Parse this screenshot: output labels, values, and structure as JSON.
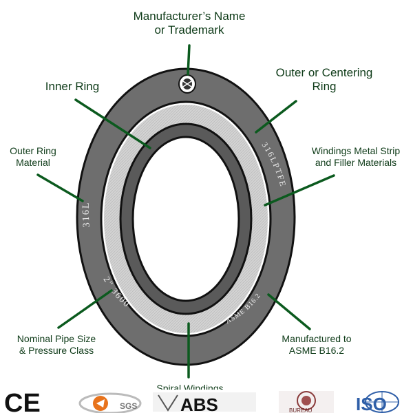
{
  "labels": {
    "manufacturer": [
      "Manufacturer’s Name",
      "or Trademark"
    ],
    "outer_centering_ring": [
      "Outer or Centering",
      "Ring"
    ],
    "inner_ring": [
      "Inner Ring"
    ],
    "outer_ring_material": [
      "Outer Ring",
      "Material"
    ],
    "windings_metal_strip": [
      "Windings Metal Strip",
      "and Filler Materials"
    ],
    "nominal_pipe_size": [
      "Nominal Pipe Size",
      "& Pressure Class"
    ],
    "manufactured_to": [
      "Manufactured to",
      "ASME B16.2"
    ],
    "spiral_windings": [
      "Spiral Windings"
    ]
  },
  "ring_text": {
    "material": "316L",
    "windings": "316LPTFE",
    "size_class": "2\" 3600",
    "standard": "ASME B16.2"
  },
  "logos": {
    "ce": "CE",
    "sgs": "SGS",
    "abs": "ABS",
    "bureau": "BUREAU",
    "iso": "ISO"
  },
  "colors": {
    "label_text": "#0d3a17",
    "leader_line": "#0b5a1e",
    "outer_ring": "#6e6e6e",
    "windings_band": "#d2d2d2",
    "inner_ring": "#5a5a5a",
    "iso_blue": "#2f5fa8",
    "sgs_orange": "#e8731c"
  }
}
